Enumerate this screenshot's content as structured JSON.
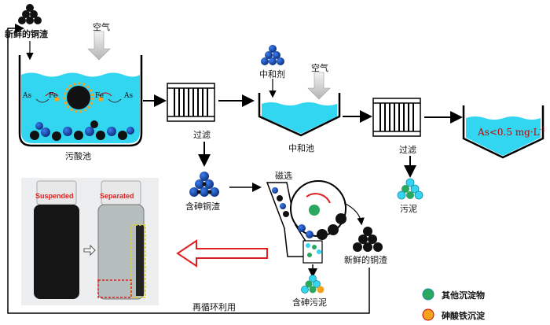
{
  "labels": {
    "fresh_slag_top": "新鲜的铜渣",
    "air_1": "空气",
    "air_2": "空气",
    "acid_pool": "污酸池",
    "filter_1": "过滤",
    "filter_2": "过滤",
    "neutralizer": "中和剂",
    "neutral_pool": "中和池",
    "as_limit": "As<0.5 mg·L",
    "as_limit_sup": "-1",
    "arsenic_slag": "含砷铜渣",
    "magnetic_sep": "磁选",
    "fresh_slag_right": "新鲜的铜渣",
    "arsenic_sludge": "含砷污泥",
    "sludge": "污泥",
    "recycle": "再循环利用",
    "fe_label": "Fe",
    "as_label": "As",
    "legend_other": "其他沉淀物",
    "legend_ferric": "砷酸铁沉淀"
  },
  "photo": {
    "left_caption": "Suspended",
    "right_caption": "Separated"
  },
  "colors": {
    "water": "#33d6f0",
    "particle_dark": "#1a1a1a",
    "particle_blue": "#1b5cc9",
    "arrow_red": "#e02020",
    "ferric_orange": "#f5a21e",
    "other_green": "#2aa860"
  }
}
